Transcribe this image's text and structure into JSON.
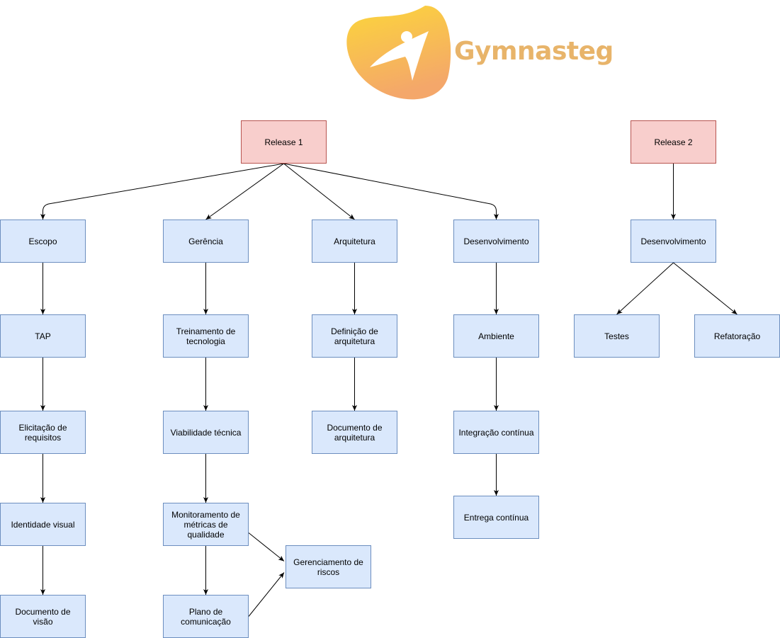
{
  "logo": {
    "text": "Gymnasteg",
    "colors": {
      "top": "#fcd63a",
      "bottom": "#f4a76a",
      "text": "#e8b46a"
    }
  },
  "colors": {
    "release_fill": "#f8cecc",
    "release_stroke": "#b85450",
    "task_fill": "#dae8fc",
    "task_stroke": "#6c8ebf",
    "edge": "#000000"
  },
  "nodes": {
    "release1": "Release 1",
    "release2": "Release 2",
    "escopo": "Escopo",
    "gerencia": "Gerência",
    "arquitetura": "Arquitetura",
    "desenvolvimento1": "Desenvolvimento",
    "desenvolvimento2": "Desenvolvimento",
    "tap": "TAP",
    "treinamento": "Treinamento de tecnologia",
    "definicao_arquitetura": "Definição de arquitetura",
    "ambiente": "Ambiente",
    "testes": "Testes",
    "refatoracao": "Refatoração",
    "elicitacao": "Elicitação de requisitos",
    "viabilidade": "Viabilidade técnica",
    "documento_arquitetura": "Documento de arquitetura",
    "integracao": "Integração contínua",
    "identidade": "Identidade visual",
    "monitoramento": "Monitoramento de métricas de qualidade",
    "entrega": "Entrega contínua",
    "gerenciamento_riscos": "Gerenciamento de riscos",
    "documento_visao": "Documento de visão",
    "plano_comunicacao": "Plano de comunicação"
  },
  "edges": [
    [
      "release1",
      "escopo"
    ],
    [
      "release1",
      "gerencia"
    ],
    [
      "release1",
      "arquitetura"
    ],
    [
      "release1",
      "desenvolvimento1"
    ],
    [
      "release2",
      "desenvolvimento2"
    ],
    [
      "escopo",
      "tap"
    ],
    [
      "tap",
      "elicitacao"
    ],
    [
      "elicitacao",
      "identidade"
    ],
    [
      "identidade",
      "documento_visao"
    ],
    [
      "gerencia",
      "treinamento"
    ],
    [
      "treinamento",
      "viabilidade"
    ],
    [
      "viabilidade",
      "monitoramento"
    ],
    [
      "monitoramento",
      "plano_comunicacao"
    ],
    [
      "monitoramento",
      "gerenciamento_riscos"
    ],
    [
      "plano_comunicacao",
      "gerenciamento_riscos"
    ],
    [
      "arquitetura",
      "definicao_arquitetura"
    ],
    [
      "definicao_arquitetura",
      "documento_arquitetura"
    ],
    [
      "desenvolvimento1",
      "ambiente"
    ],
    [
      "ambiente",
      "integracao"
    ],
    [
      "integracao",
      "entrega"
    ],
    [
      "desenvolvimento2",
      "testes"
    ],
    [
      "desenvolvimento2",
      "refatoracao"
    ]
  ]
}
